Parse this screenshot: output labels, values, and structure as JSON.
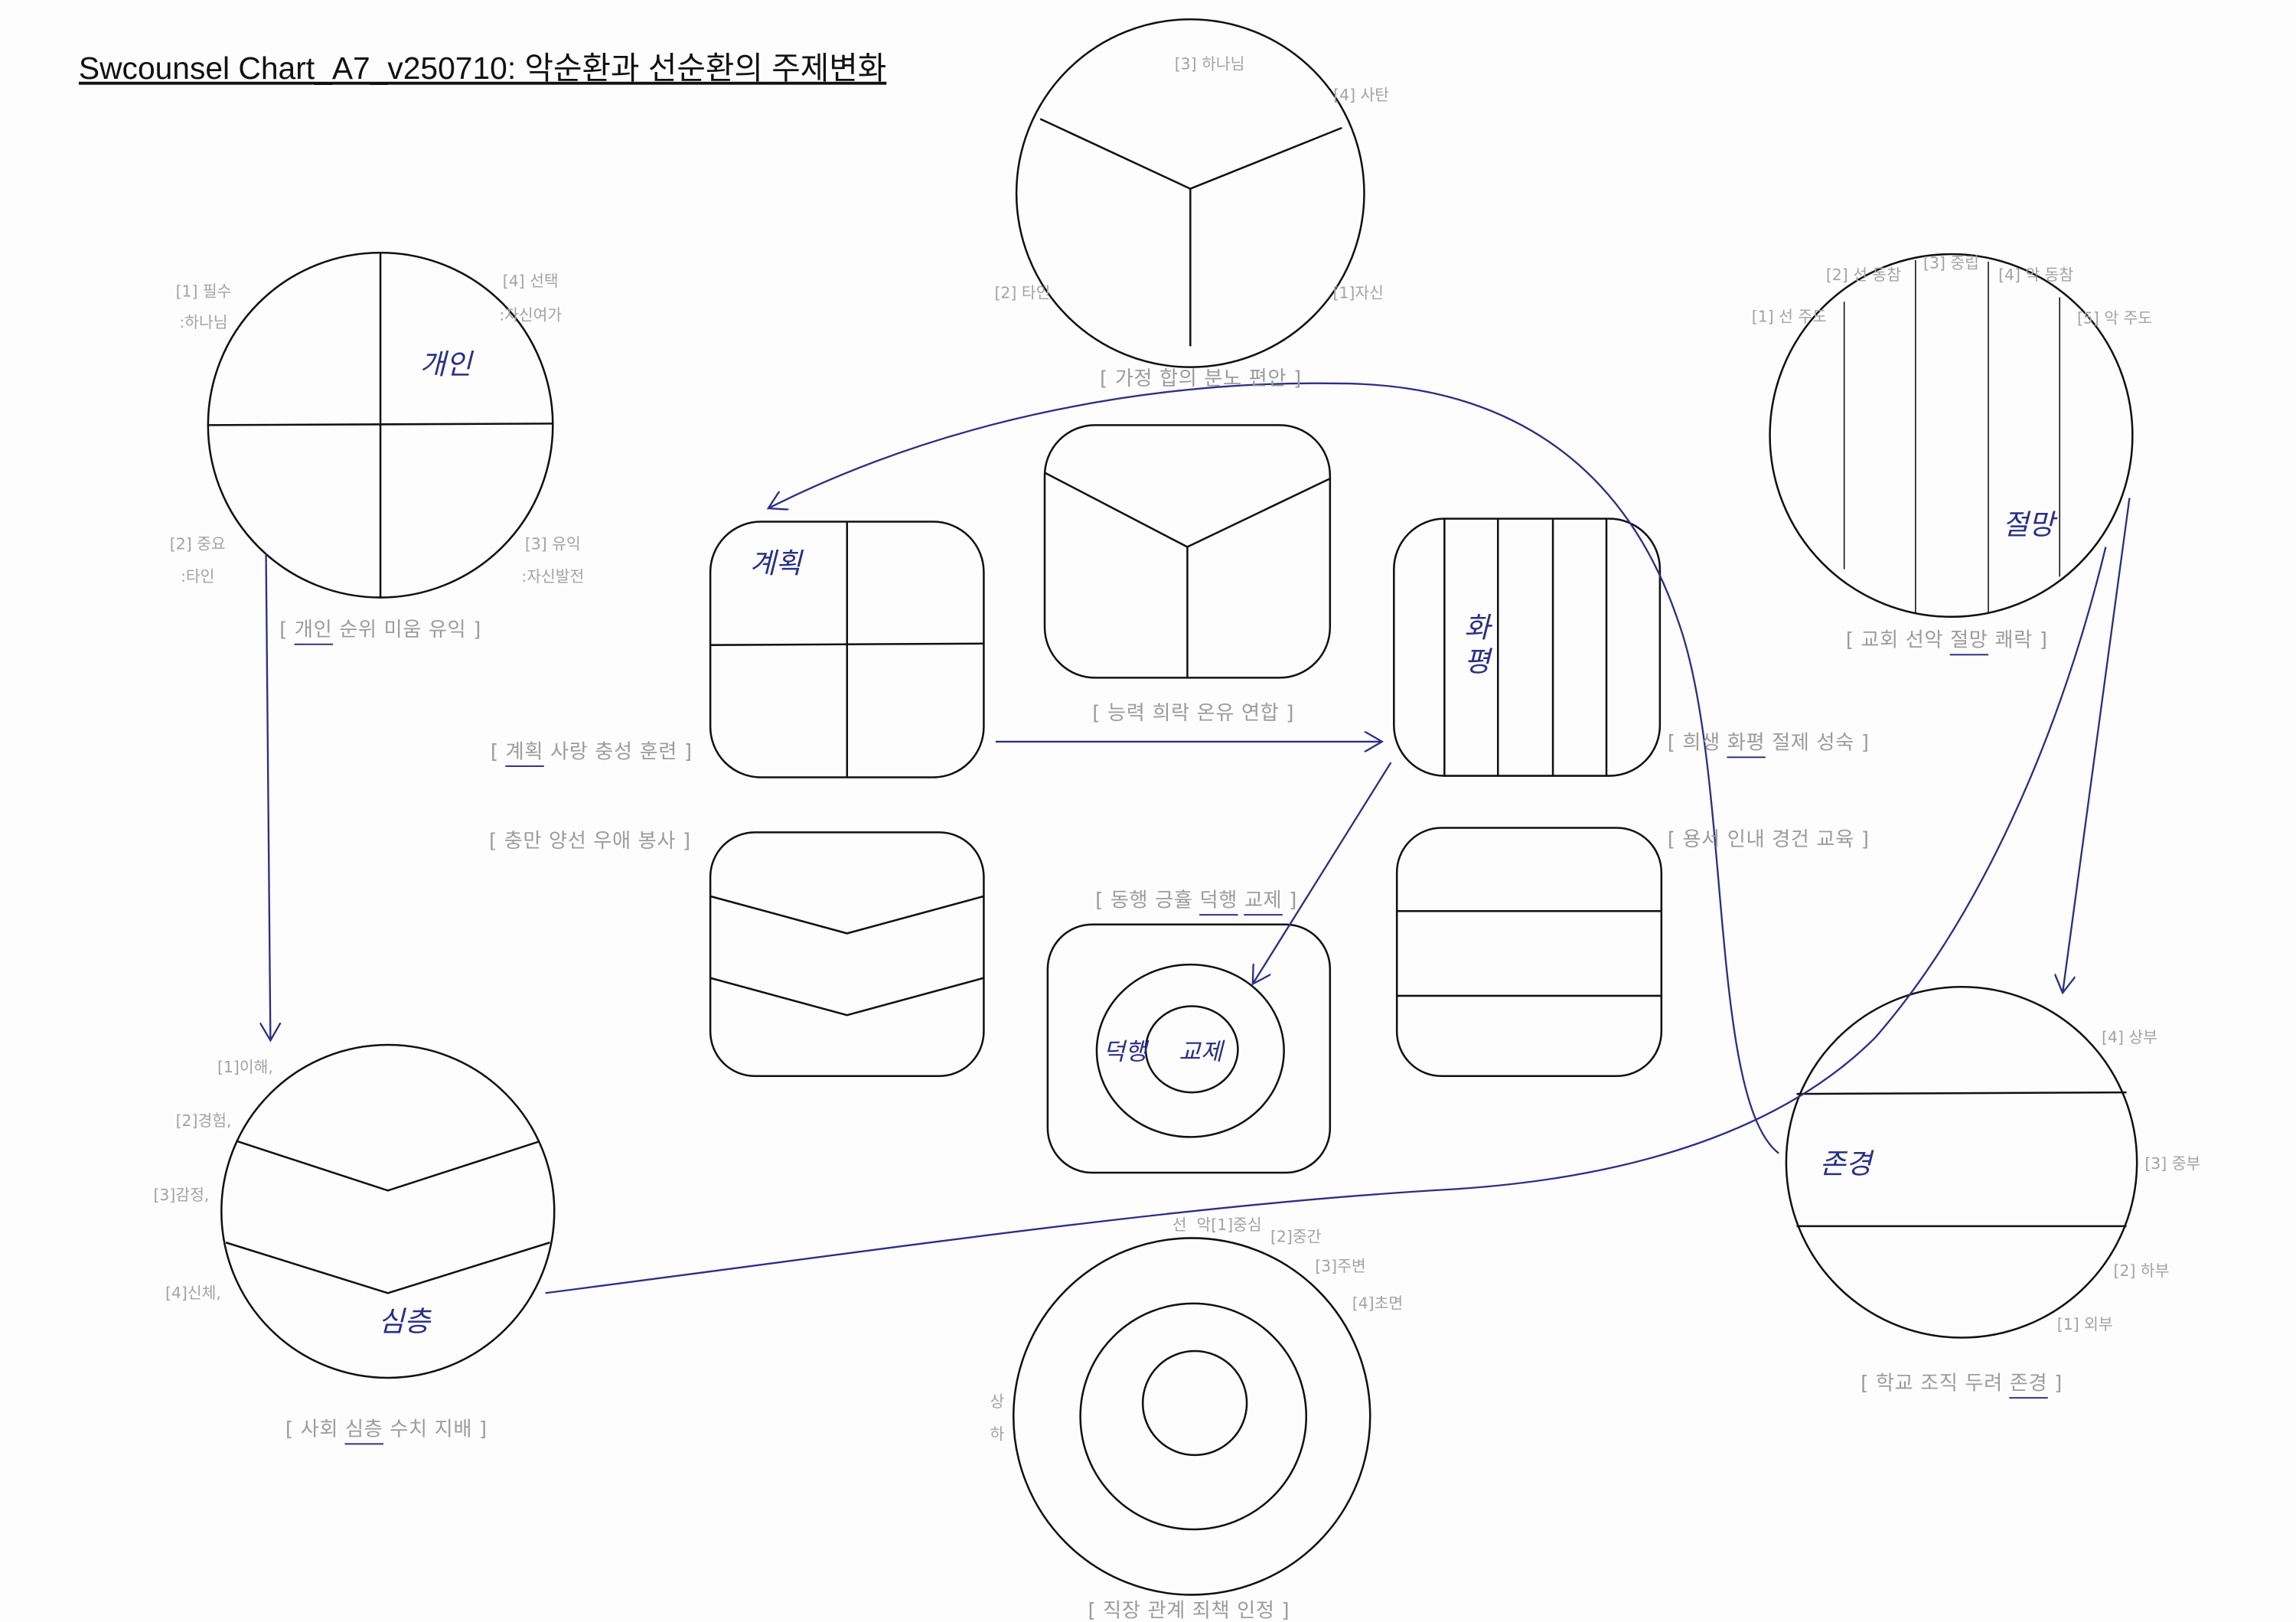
{
  "title": "Swcounsel Chart_A7_v250710: 악순환과 선순환의 주제변화",
  "colors": {
    "shape_stroke": "#111111",
    "label": "#a3a3a3",
    "annotation": "#2b2f86"
  },
  "diagrams": {
    "home": {
      "labels": [
        "[3] 하나님",
        "[4] 사탄",
        "[2] 타인",
        "[1]자신"
      ],
      "caption": {
        "pre": "[ 가정 합의 분노 편안 ]",
        "u": "",
        "post": ""
      }
    },
    "personal": {
      "labels": [
        "[1] 필수",
        ":하나님",
        "[4] 선택",
        ":자신여가",
        "[2] 중요",
        ":타인",
        "[3] 유익",
        ":자신발전"
      ],
      "handwritten": "개인",
      "caption": {
        "pre": "[ ",
        "u": "개인",
        "post": " 순위 미움 유익 ]"
      }
    },
    "church": {
      "labels": [
        "[1] 선 주도",
        "[2] 선 동참",
        "[3] 중립",
        "[4] 악 동참",
        "[5] 악 주도"
      ],
      "handwritten": "절망",
      "caption": {
        "pre": "[ 교회 선악 ",
        "u": "절망",
        "post": " 쾌락 ]"
      }
    },
    "plan": {
      "handwritten": "계획",
      "caption": {
        "pre": "[ ",
        "u": "계획",
        "post": " 사랑 충성 훈련 ]"
      }
    },
    "ability": {
      "caption": {
        "pre": "[ 능력 희락 온유 연합 ]",
        "u": "",
        "post": ""
      }
    },
    "sacrifice": {
      "handwritten": "화평",
      "caption": {
        "pre": "[ 희생 ",
        "u": "화평",
        "post": " 절제 성숙 ]"
      }
    },
    "fullness": {
      "caption": {
        "pre": "[ 충만 양선 우애 봉사 ]",
        "u": "",
        "post": ""
      }
    },
    "walk": {
      "handwritten": [
        "덕행",
        "교제"
      ],
      "caption": {
        "pre": "[ 동행 긍휼 ",
        "u": "덕행",
        "mid": " ",
        "u2": "교제",
        "post": " ]"
      }
    },
    "forgive": {
      "caption": {
        "pre": "[ 용서 인내 경건 교육 ]",
        "u": "",
        "post": ""
      }
    },
    "society": {
      "labels": [
        "[1]이해,",
        "[2]경험,",
        "[3]감정,",
        "[4]신체,"
      ],
      "handwritten": "심층",
      "caption": {
        "pre": "[ 사회 ",
        "u": "심층",
        "post": " 수치 지배 ]"
      }
    },
    "work": {
      "labels": [
        "선  악[1]중심",
        "[2]중간",
        "[3]주변",
        "[4]초면",
        "상",
        "하"
      ],
      "caption": {
        "pre": "[ 직장 관계 죄책 인정 ]",
        "u": "",
        "post": ""
      }
    },
    "school": {
      "labels": [
        "[4] 상부",
        "[3] 중부",
        "[2] 하부",
        "[1] 외부"
      ],
      "handwritten": "존경",
      "caption": {
        "pre": "[ 학교 조직 두려 ",
        "u": "존경",
        "post": " ]"
      }
    }
  }
}
